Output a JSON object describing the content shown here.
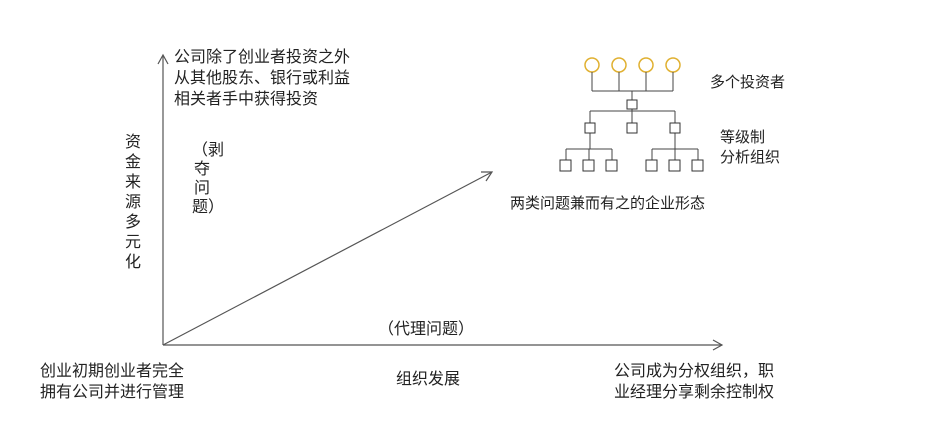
{
  "axes": {
    "y_label": "资金来源多元化",
    "x_label": "组织发展"
  },
  "annotations": {
    "top_left_note": [
      "公司除了创业者投资之外",
      "从其他股东、银行或利益",
      "相关者手中获得投资"
    ],
    "exploitation_problem": "（剥夺问题）",
    "agency_problem": "（代理问题）",
    "origin_note": [
      "创业初期创业者完全",
      "拥有公司并进行管理"
    ],
    "bottom_right_note": [
      "公司成为分权组织，职",
      "业经理分享剩余控制权"
    ],
    "investors_label": "多个投资者",
    "hierarchy_label": [
      "等级制",
      "分析组织"
    ],
    "combined_label": "两类问题兼而有之的企业形态"
  },
  "colors": {
    "line": "#555555",
    "investor_circle": "#f2c94c",
    "box": "#333333"
  }
}
